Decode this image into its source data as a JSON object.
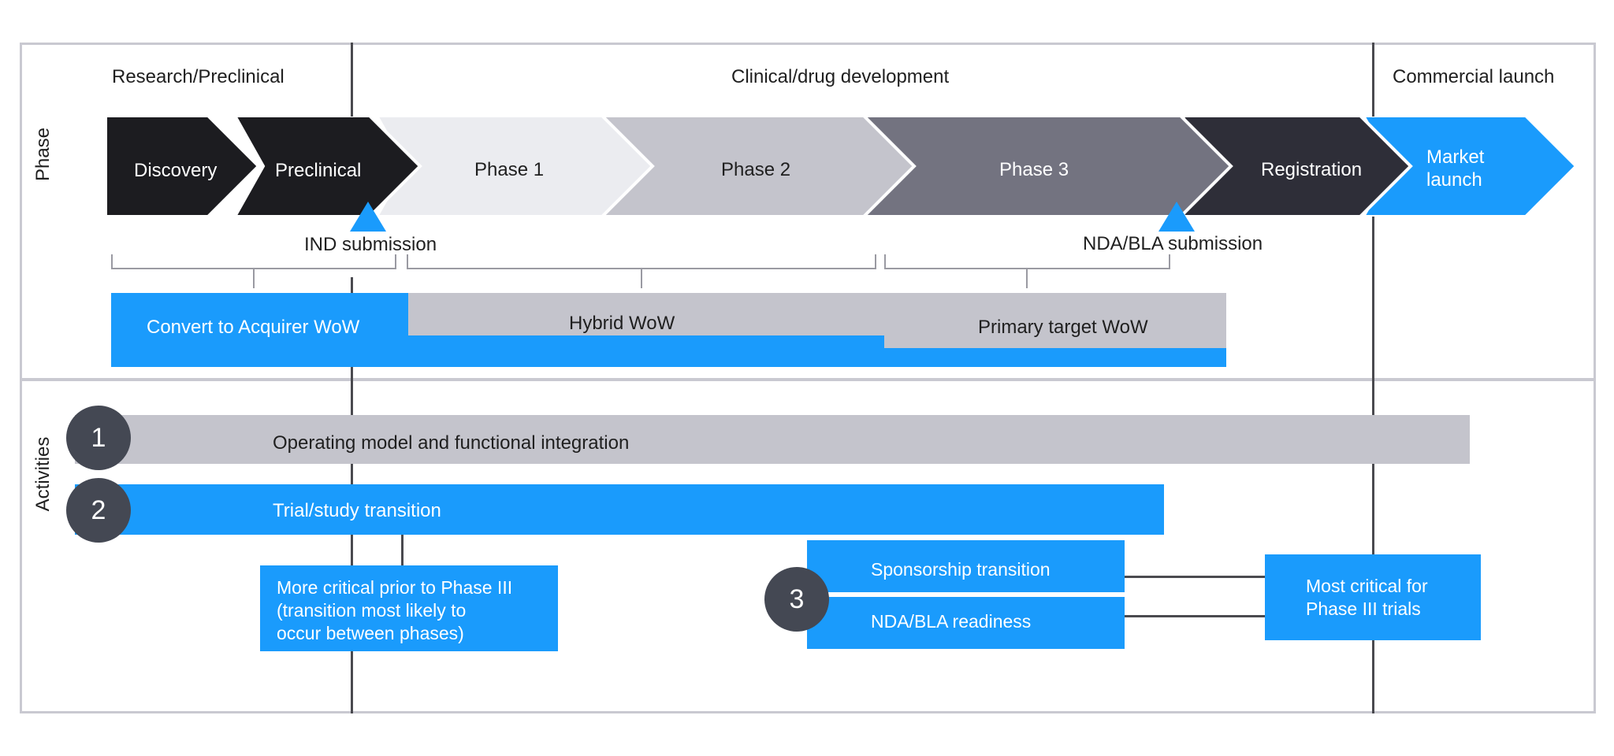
{
  "colors": {
    "blue": "#1a9bfc",
    "black": "#1c1c20",
    "very_light_gray": "#ebecf0",
    "light_gray": "#c4c4cc",
    "mid_gray": "#737380",
    "dark_gray": "#2e2e38",
    "circle": "#444853",
    "frame": "#c9c9d1"
  },
  "headers": {
    "research": "Research/Preclinical",
    "clinical": "Clinical/drug development",
    "commercial": "Commercial launch"
  },
  "side_labels": {
    "phase": "Phase",
    "activities": "Activities"
  },
  "phases": [
    {
      "label_lines": [
        "Discovery"
      ],
      "color": "#1c1c20",
      "text_color": "#ffffff"
    },
    {
      "label_lines": [
        "Preclinical"
      ],
      "color": "#1c1c20",
      "text_color": "#ffffff"
    },
    {
      "label_lines": [
        "Phase 1"
      ],
      "color": "#ebecf0",
      "text_color": "#1f1f1f"
    },
    {
      "label_lines": [
        "Phase 2"
      ],
      "color": "#c4c4cc",
      "text_color": "#1f1f1f"
    },
    {
      "label_lines": [
        "Phase 3"
      ],
      "color": "#737380",
      "text_color": "#ffffff"
    },
    {
      "label_lines": [
        "Registration"
      ],
      "color": "#2e2e38",
      "text_color": "#ffffff"
    },
    {
      "label_lines": [
        "Market",
        "launch"
      ],
      "color": "#1a9bfc",
      "text_color": "#ffffff"
    }
  ],
  "milestones": {
    "ind": "IND submission",
    "nda": "NDA/BLA submission"
  },
  "wow": {
    "acquirer": "Convert to Acquirer WoW",
    "hybrid": "Hybrid WoW",
    "target": "Primary target WoW"
  },
  "activities": {
    "one": {
      "number": "1",
      "label": "Operating model and functional integration"
    },
    "two": {
      "number": "2",
      "label": "Trial/study transition"
    },
    "three": {
      "number": "3"
    }
  },
  "boxes": {
    "prior": [
      "More critical prior to Phase III",
      "(transition most likely to",
      "occur between phases)"
    ],
    "sponsorship": "Sponsorship transition",
    "nda_readiness": "NDA/BLA readiness",
    "critical": [
      "Most critical for",
      "Phase III trials"
    ]
  }
}
